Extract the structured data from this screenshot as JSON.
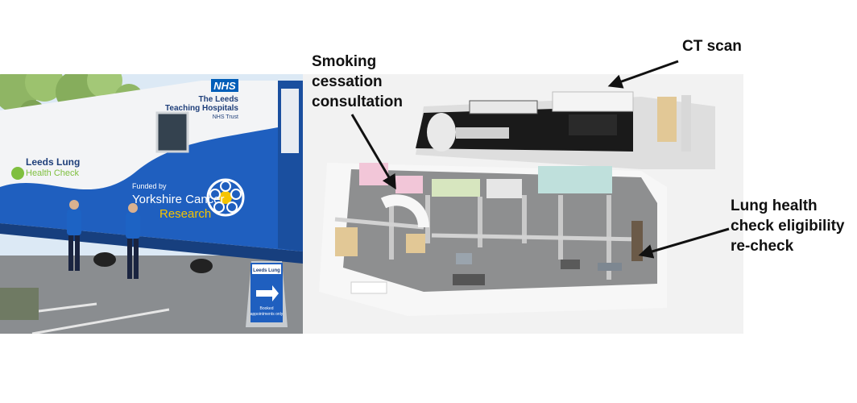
{
  "photo": {
    "nhs_badge": "NHS",
    "trust_name_line1": "The Leeds",
    "trust_name_line2": "Teaching Hospitals",
    "trust_name_line3": "NHS Trust",
    "van_brand_line1": "Leeds Lung",
    "van_brand_line2": "Health Check",
    "funded_by": "Funded by",
    "sponsor_line1": "Yorkshire Cancer",
    "sponsor_line2": "Research",
    "sign_brand": "Leeds Lung",
    "sign_line1": "Booked",
    "sign_line2": "appointments only"
  },
  "callouts": {
    "smoking": [
      "Smoking",
      "cessation",
      "consultation"
    ],
    "ct": "CT scan",
    "lung": [
      "Lung health",
      "check eligibility",
      "re-check"
    ]
  },
  "colors": {
    "van_blue": "#1f5fbf",
    "van_white": "#f3f4f6",
    "sky": "#dce9f5",
    "tarmac": "#8a8d90",
    "pink_room": "#f2c6d8",
    "teal_room": "#bfe0dc",
    "green_room": "#d7e6bf",
    "wood": "#e2c896"
  }
}
